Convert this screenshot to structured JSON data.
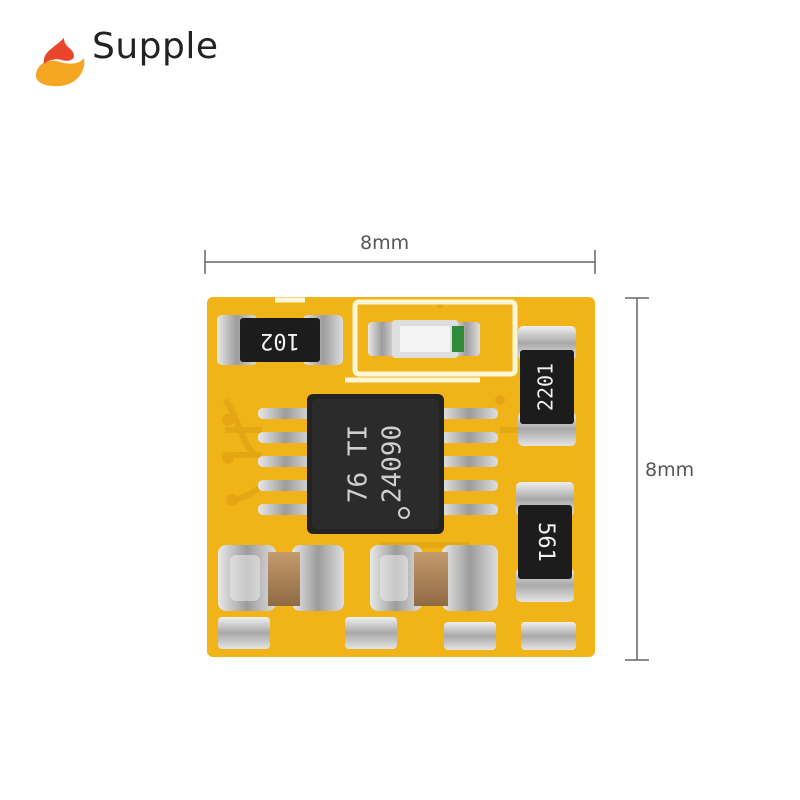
{
  "brand": {
    "name": "Supple",
    "logo_colors": {
      "flame": "#e8452c",
      "bowl": "#f5a623"
    }
  },
  "dimensions": {
    "width_label": "8mm",
    "height_label": "8mm"
  },
  "board": {
    "pcb_color": "#f2b51a",
    "resistors": [
      "102",
      "2201",
      "561"
    ],
    "chip_marking": [
      "76 TI",
      "24090"
    ]
  }
}
